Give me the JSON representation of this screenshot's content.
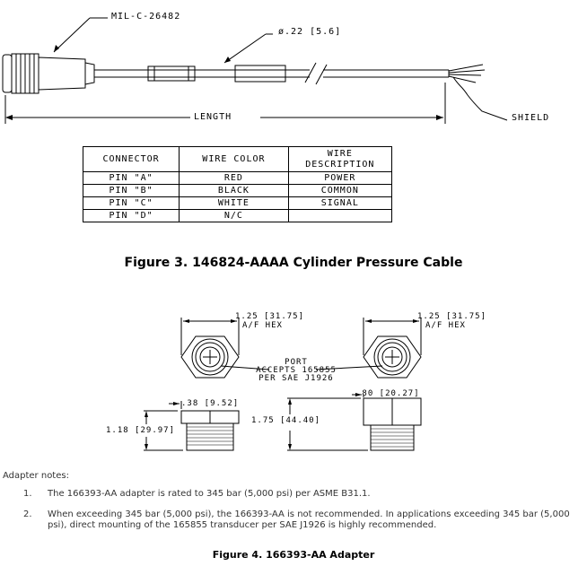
{
  "figure3": {
    "connector_label": "MIL-C-26482",
    "diameter_label": "ø.22 [5.6]",
    "length_label": "LENGTH",
    "shield_label": "SHIELD",
    "table": {
      "headers": [
        "CONNECTOR",
        "WIRE COLOR",
        "WIRE DESCRIPTION"
      ],
      "rows": [
        [
          "PIN \"A\"",
          "RED",
          "POWER"
        ],
        [
          "PIN \"B\"",
          "BLACK",
          "COMMON"
        ],
        [
          "PIN \"C\"",
          "WHITE",
          "SIGNAL"
        ],
        [
          "PIN \"D\"",
          "N/C",
          ""
        ]
      ]
    },
    "caption": "Figure 3. 146824-AAAA Cylinder Pressure Cable"
  },
  "figure4": {
    "left_hex_dim": "1.25 [31.75]",
    "left_hex_sub": "A/F HEX",
    "right_hex_dim": "1.25 [31.75]",
    "right_hex_sub": "A/F HEX",
    "port_line1": "PORT",
    "port_line2": "ACCEPTS 165855",
    "port_line3": "PER SAE J1926",
    "left_width_dim": ".38 [9.52]",
    "left_height_dim": "1.18 [29.97]",
    "right_width_dim": ".80 [20.27]",
    "right_height_dim": "1.75 [44.40]",
    "caption": "Figure 4. 166393-AA Adapter"
  },
  "notes": {
    "heading": "Adapter notes:",
    "items": [
      {
        "num": "1.",
        "text": "The 166393-AA adapter is rated to 345 bar (5,000 psi) per ASME B31.1."
      },
      {
        "num": "2.",
        "text": "When exceeding 345 bar (5,000 psi), the 166393-AA is not recommended.  In applications exceeding 345 bar (5,000 psi), direct mounting of the 165855 transducer per SAE J1926 is highly recommended."
      }
    ]
  }
}
